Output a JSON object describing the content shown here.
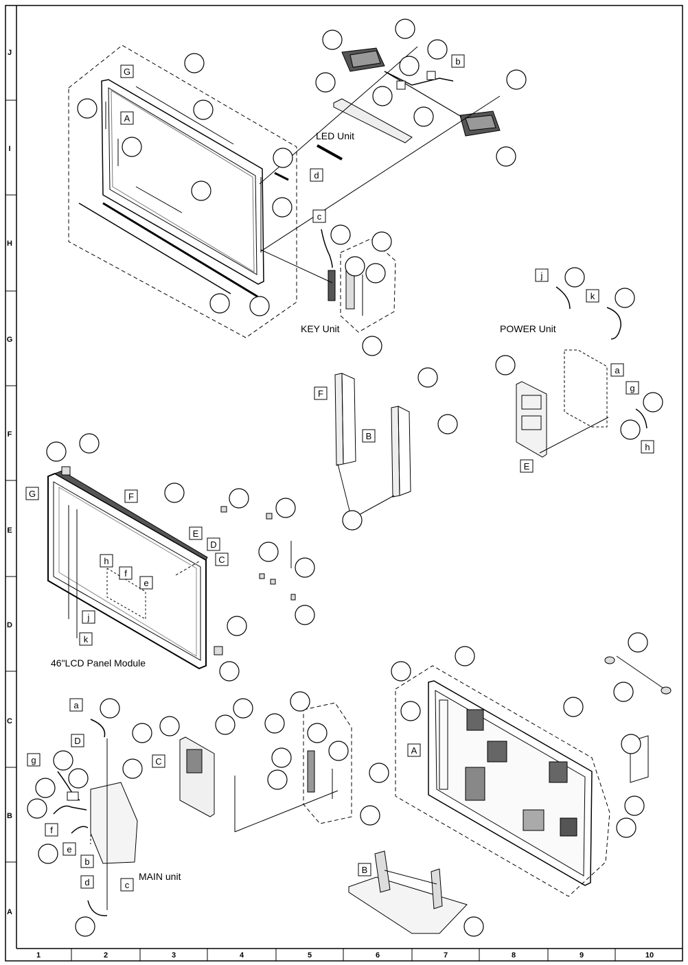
{
  "grid": {
    "rows": [
      "J",
      "I",
      "H",
      "G",
      "F",
      "E",
      "D",
      "C",
      "B",
      "A"
    ],
    "cols": [
      "1",
      "2",
      "3",
      "4",
      "5",
      "6",
      "7",
      "8",
      "9",
      "10"
    ]
  },
  "units": {
    "led": "LED Unit",
    "key": "KEY Unit",
    "power": "POWER Unit",
    "panel": "46\"LCD Panel Module",
    "main": "MAIN unit"
  },
  "box_labels": {
    "G": "G",
    "A": "A",
    "F": "F",
    "B": "B",
    "E": "E",
    "D": "D",
    "C": "C",
    "a": "a",
    "b": "b",
    "c": "c",
    "d": "d",
    "e": "e",
    "f": "f",
    "g": "g",
    "h": "h",
    "j": "j",
    "k": "k"
  },
  "colors": {
    "line": "#000000",
    "background": "#ffffff",
    "fill_light": "#e6e6e6",
    "fill_dark": "#555555"
  }
}
